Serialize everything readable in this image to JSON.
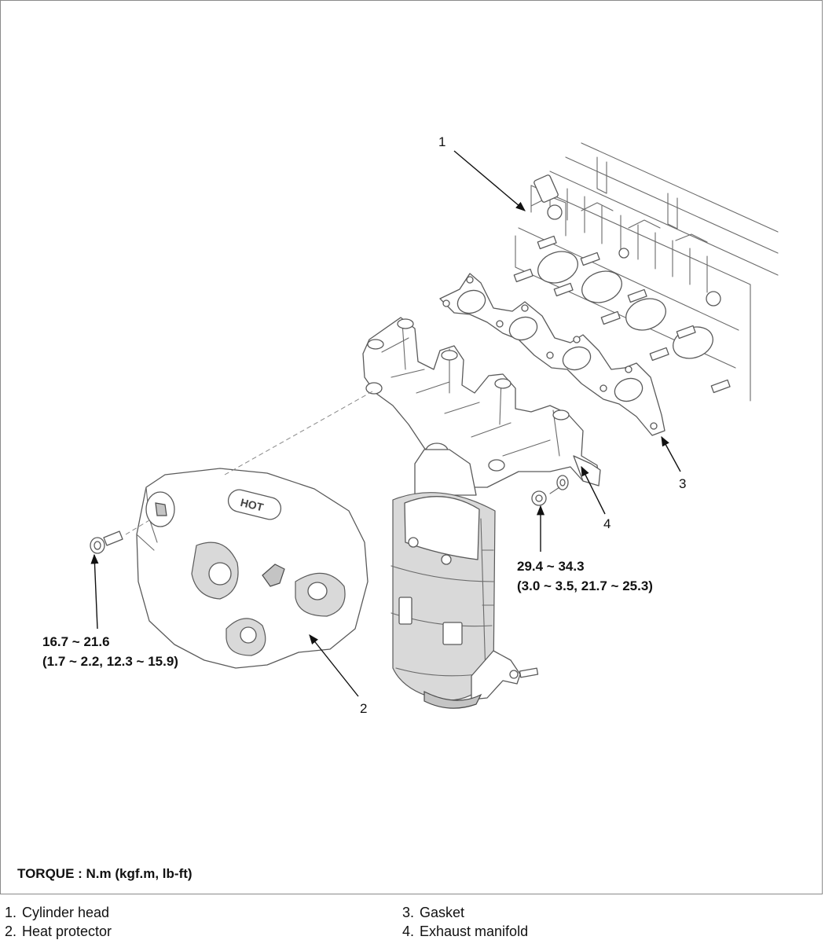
{
  "callouts": {
    "c1": "1",
    "c2": "2",
    "c3": "3",
    "c4": "4"
  },
  "torque_specs": {
    "bolt_heat_protector": {
      "line1": "16.7 ~ 21.6",
      "line2": "(1.7 ~ 2.2, 12.3 ~ 15.9)"
    },
    "nut_exhaust_manifold": {
      "line1": "29.4 ~ 34.3",
      "line2": "(3.0 ~ 3.5, 21.7 ~ 25.3)"
    }
  },
  "torque_legend": "TORQUE : N.m (kgf.m, lb-ft)",
  "parts_legend": [
    {
      "num": "1.",
      "label": "Cylinder head"
    },
    {
      "num": "2.",
      "label": "Heat protector"
    },
    {
      "num": "3.",
      "label": "Gasket"
    },
    {
      "num": "4.",
      "label": "Exhaust manifold"
    }
  ]
}
